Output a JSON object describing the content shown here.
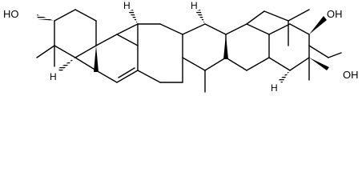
{
  "molecule": {
    "labels": {
      "hydroxyl_left": "HO",
      "hydroxyl_right": "OH",
      "hydroxymethyl": "OH",
      "stereo_h1": "H",
      "stereo_h2": "H",
      "stereo_h3": "H",
      "stereo_h4": "H"
    },
    "colors": {
      "bond": "#000000",
      "background": "#ffffff"
    }
  }
}
